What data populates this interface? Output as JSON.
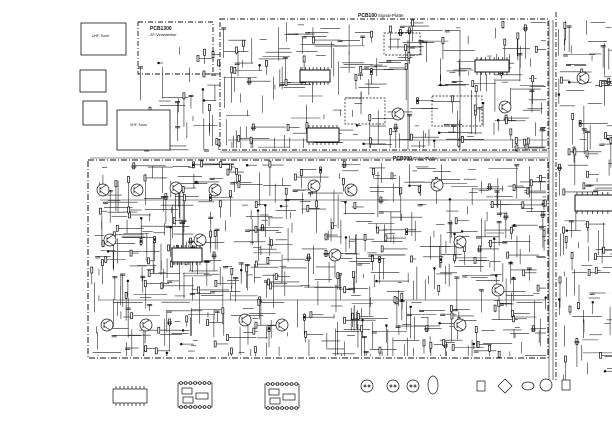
{
  "schematic": {
    "boards": {
      "if_amp": {
        "id": "PCB1300",
        "name": "ZF-Verstaerker"
      },
      "signal": {
        "id": "PCB100",
        "name": "Signal-Platte"
      },
      "color": {
        "id": "PCB300",
        "name": "Color-Platte"
      }
    },
    "modules": {
      "uhf_tuner": "UHF-Tuner",
      "vhf_tuner": "VHF-Tuner"
    }
  }
}
